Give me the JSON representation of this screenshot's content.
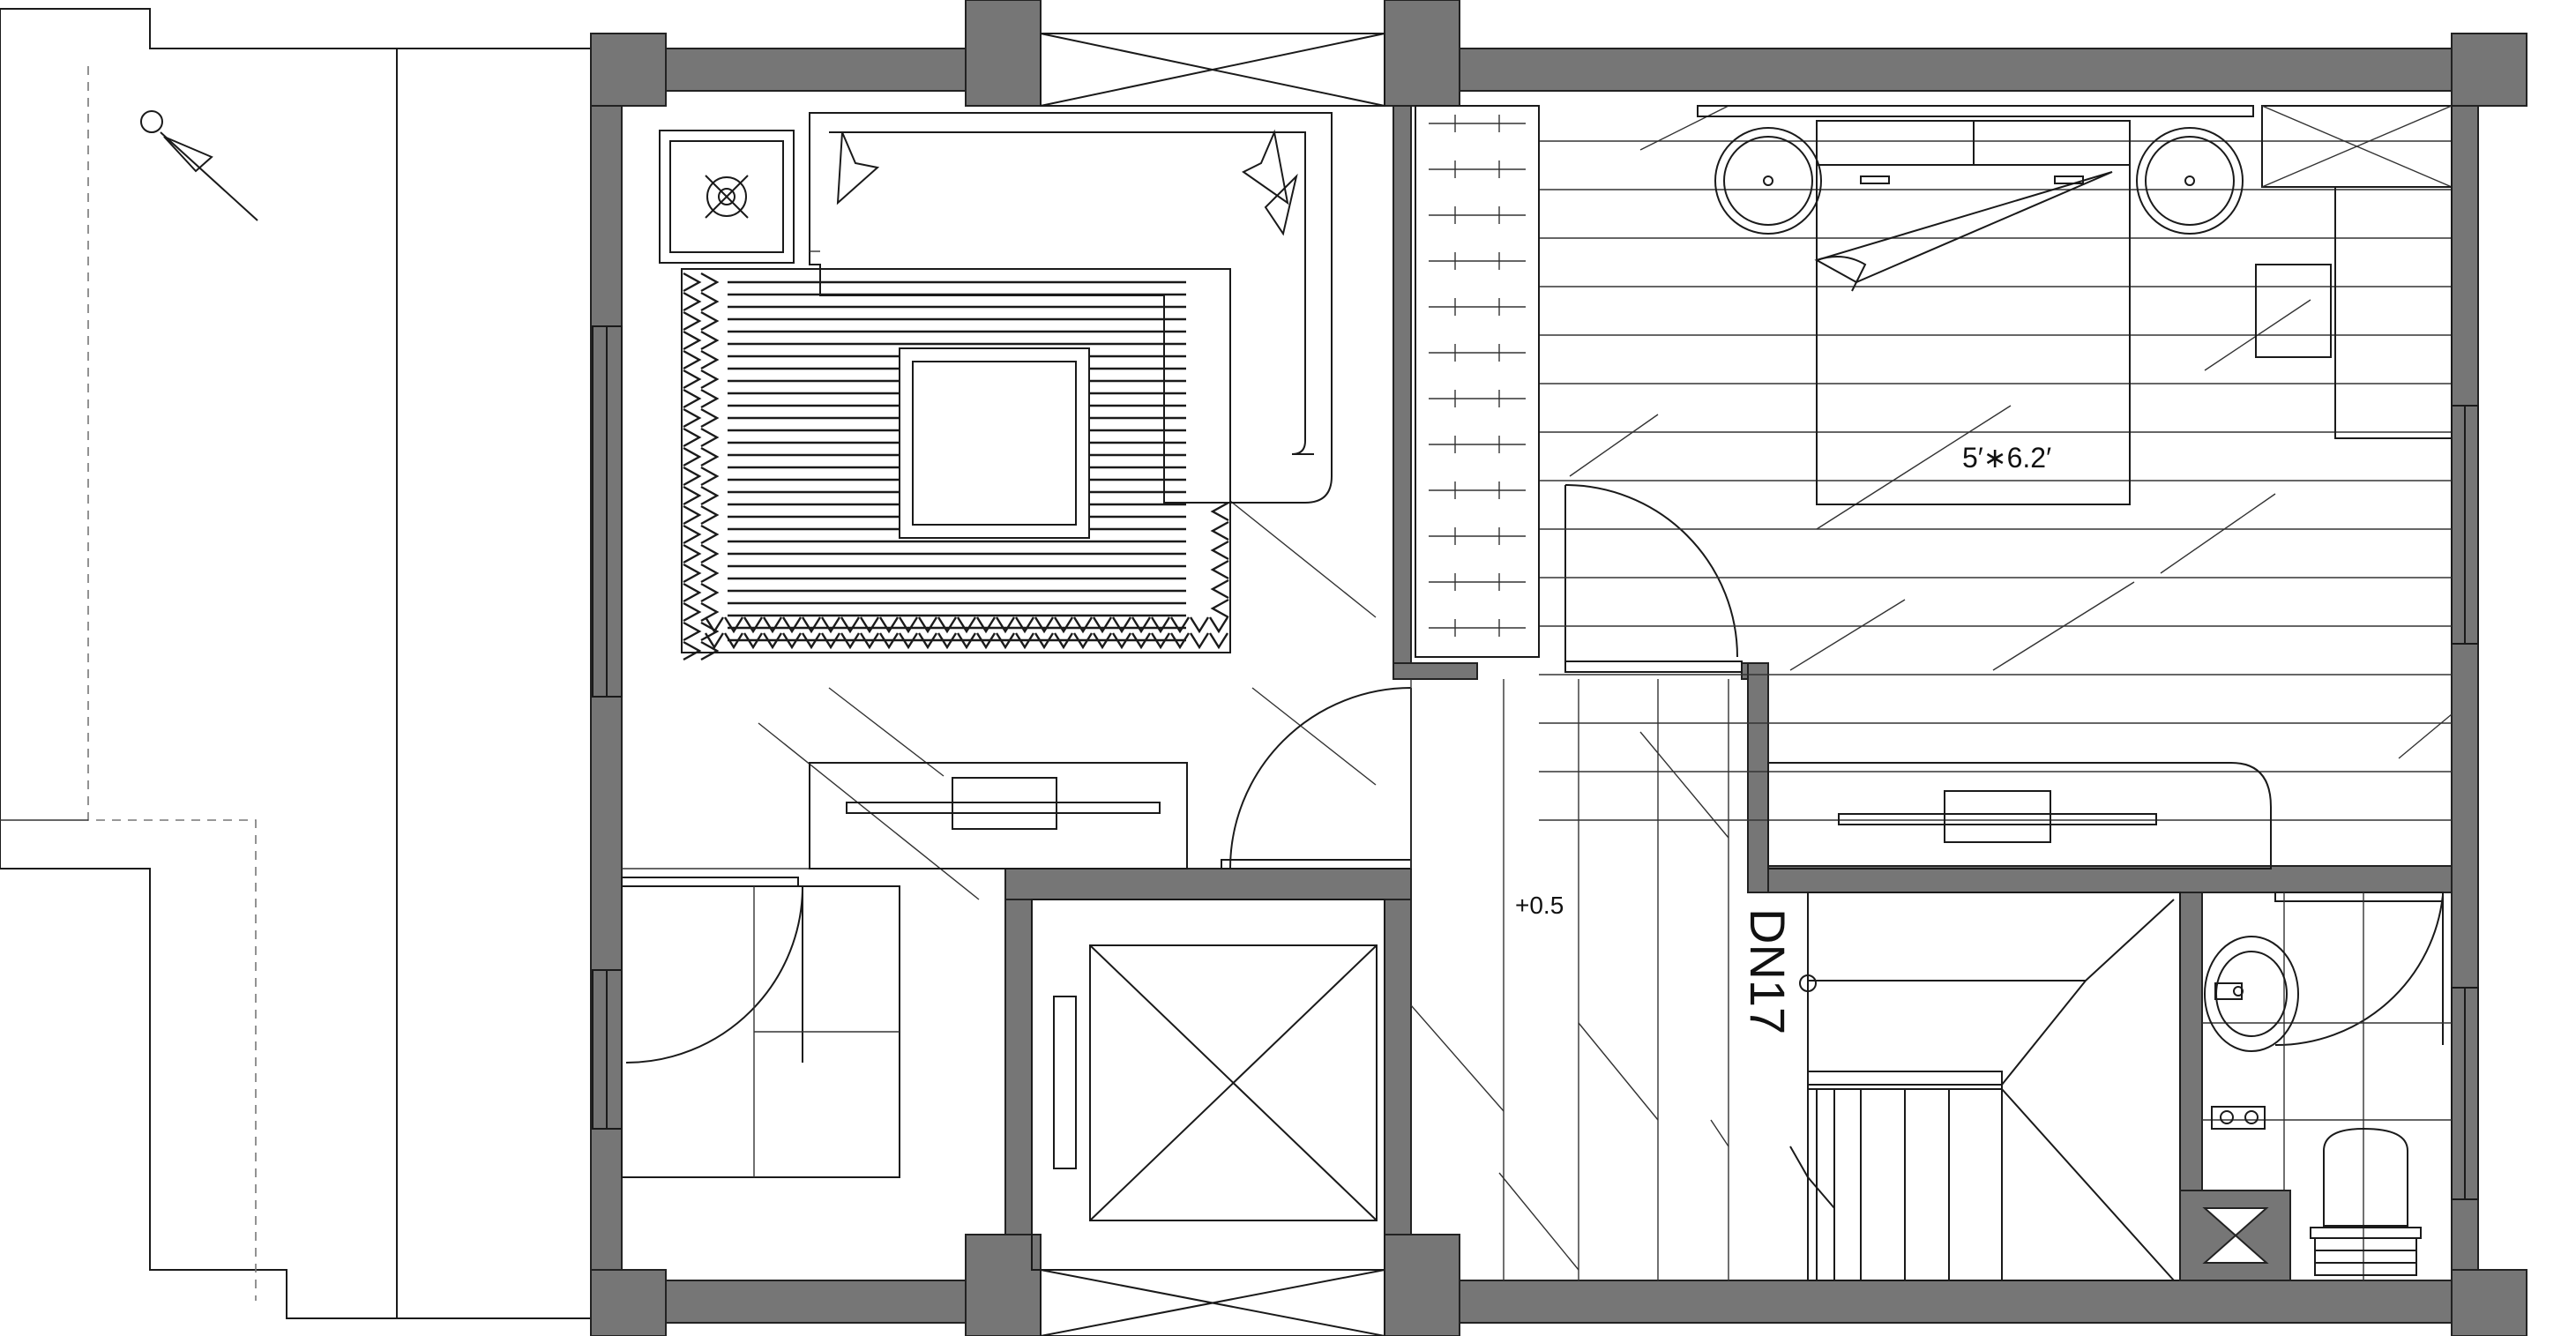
{
  "labels": {
    "bed_size": "5′∗6.2′",
    "level": "+0.5",
    "stair": "DN17"
  },
  "colors": {
    "wall": "#767676",
    "line": "#1a1a1a",
    "background": "#ffffff"
  }
}
